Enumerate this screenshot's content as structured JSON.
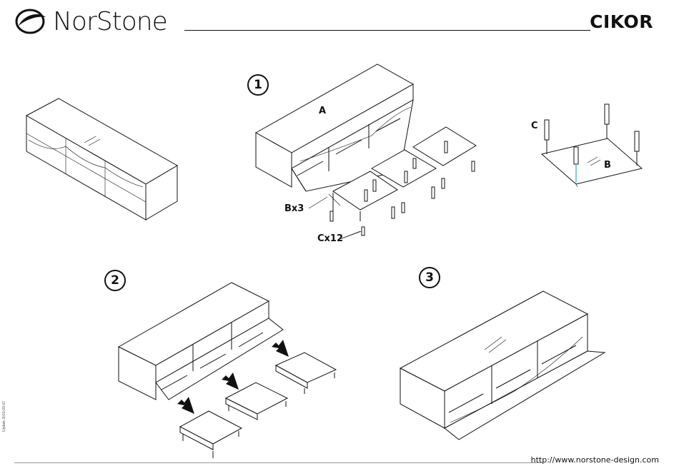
{
  "brand": {
    "name": "NorStone"
  },
  "product": {
    "name": "CIKOR"
  },
  "steps": {
    "one": "1",
    "two": "2",
    "three": "3"
  },
  "callouts": {
    "a": "A",
    "b_count": "Bx3",
    "c_count": "Cx12",
    "b": "B",
    "c": "C"
  },
  "footer": {
    "url": "http://www.norstone-design.com",
    "update": "Update 2015-09-07"
  }
}
